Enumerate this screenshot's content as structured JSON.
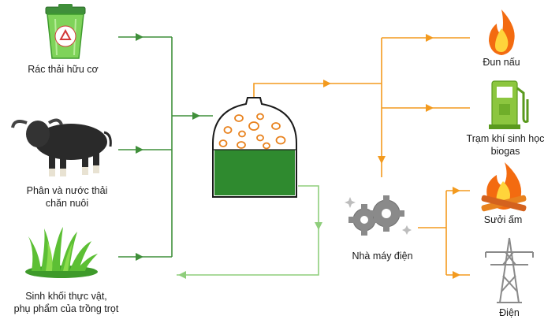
{
  "colors": {
    "green_line": "#3f8f3a",
    "light_green_line": "#8fce7c",
    "orange_line": "#f39a1e",
    "digester_fill": "#2f8a2f",
    "bubble": "#e8821e"
  },
  "inputs": [
    {
      "label": "Rác thải hữu cơ",
      "icon": "recycle-bin-icon"
    },
    {
      "label": "Phân và nước thải",
      "label2": "chăn nuôi",
      "icon": "buffalo-icon"
    },
    {
      "label": "Sinh khối thực vật,",
      "label2": "phụ phẩm của trồng trọt",
      "icon": "grass-icon"
    }
  ],
  "digester": {
    "icon": "biogas-digester-icon"
  },
  "plant": {
    "label": "Nhà máy điện",
    "icon": "gears-icon"
  },
  "outputs": [
    {
      "label": "Đun nấu",
      "icon": "flame-icon"
    },
    {
      "label": "Trạm khí sinh học",
      "label2": "biogas",
      "icon": "fuel-pump-icon"
    },
    {
      "label": "Sưởi ấm",
      "icon": "campfire-icon"
    },
    {
      "label": "Điện",
      "icon": "power-tower-icon"
    }
  ]
}
